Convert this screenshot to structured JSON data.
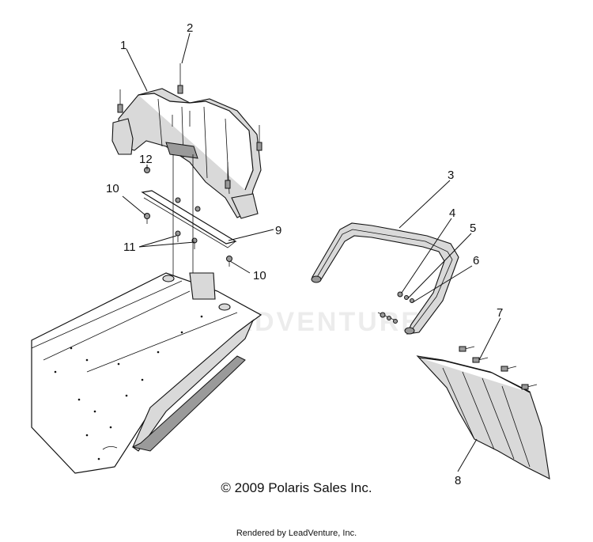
{
  "callouts": [
    "1",
    "2",
    "3",
    "4",
    "5",
    "6",
    "7",
    "8",
    "9",
    "10",
    "11",
    "12"
  ],
  "copyright": "© 2009 Polaris Sales Inc.",
  "rendered_by": "Rendered by LeadVenture, Inc.",
  "watermark": "LEADVENTURE"
}
